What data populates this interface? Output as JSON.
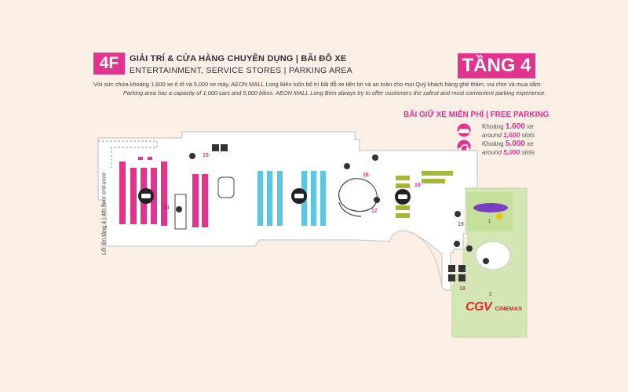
{
  "header": {
    "floor_badge": "4F",
    "title_vn": "GIẢI TRÍ & CỬA HÀNG CHUYÊN DỤNG | BÃI ĐỖ XE",
    "title_en": "ENTERTAINMENT, SERVICE STORES | PARKING AREA",
    "floor_name": "TẦNG 4",
    "desc_vn": "Với sức chứa khoảng 1,600 xe ô tô và 5,000 xe máy, AEON MALL Long Biên luôn bố trí bãi đỗ xe tiện lợi và an toàn cho mọi Quý khách hàng ghé thăm, vui chơi và mua sắm.",
    "desc_en": "Parking area has a capacity of 1,600 cars and 5,000 bikes. AEON MALL Long Bien always try to offer customers the safest and most convenient parking experience."
  },
  "legend": {
    "title": "BÃI GIỮ XE MIỄN PHÍ | FREE PARKING",
    "cars": {
      "prefix": "Khoảng",
      "count": "1.600",
      "suffix": "xe",
      "around": "around",
      "slots_count": "1,600",
      "slots": "slots",
      "icon": "car-icon"
    },
    "bikes": {
      "prefix": "Khoảng",
      "count": "5.000",
      "suffix": "xe",
      "around": "around",
      "slots_count": "5,000",
      "slots": "slots",
      "icon": "motorbike-icon"
    }
  },
  "map": {
    "entrance_label": "Lối lên tầng 4 | 4th floor entrance",
    "zone_numbers": [
      "14",
      "15",
      "16",
      "17",
      "18",
      "19",
      "19"
    ],
    "store_1": "1",
    "store_2": "2",
    "cgv_logo": "CGV",
    "cgv_suffix": "CINEMAS",
    "colors": {
      "pink": "#e2338f",
      "cyan": "#5cc6e0",
      "olive": "#a2b837",
      "green_area": "#d4e6b3",
      "dark": "#333333"
    }
  }
}
